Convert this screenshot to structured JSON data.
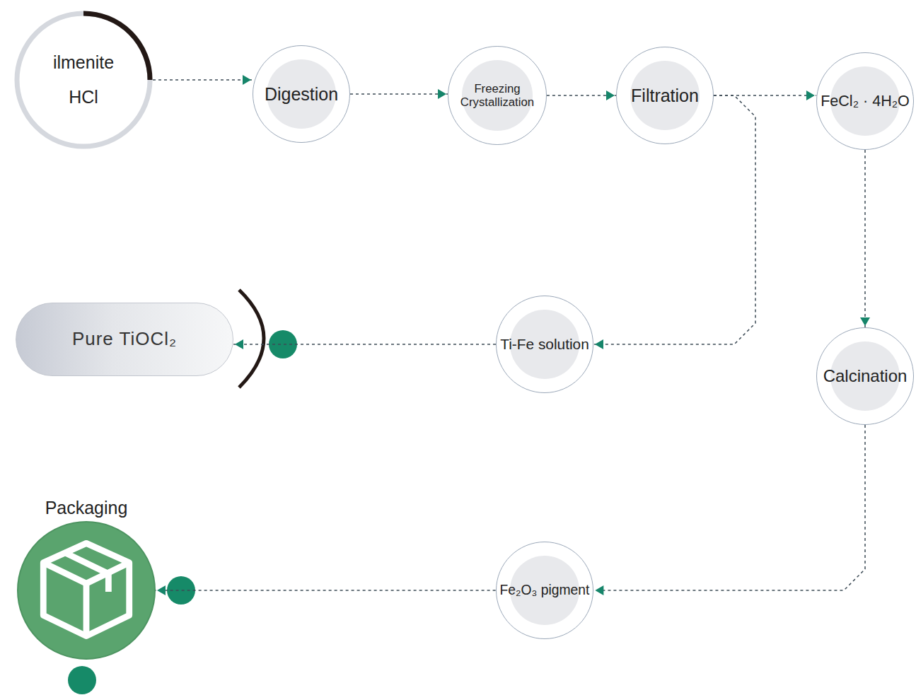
{
  "diagram": {
    "nodes": [
      {
        "text": [
          "ilmenite HCl"
        ]
      },
      {
        "text": [
          "Digestion"
        ]
      },
      {
        "text": [
          "Freezing Crystallization"
        ]
      },
      {
        "text": [
          "Filtration"
        ]
      },
      {
        "text": [
          "FeCl₂ · 4H₂O"
        ]
      },
      {
        "text": [
          "Ti-Fe solution"
        ]
      },
      {
        "text": [
          "Pure TiOCl₂"
        ]
      },
      {
        "text": [
          "Calcination"
        ]
      },
      {
        "text": [
          "Fe₂O₃ pigment"
        ]
      },
      {
        "text": [
          "Packaging"
        ]
      }
    ],
    "edges": [
      {
        "from": 0,
        "to": 1,
        "arrow": "to"
      },
      {
        "from": 1,
        "to": 2,
        "arrow": "to"
      },
      {
        "from": 2,
        "to": 3,
        "arrow": "to"
      },
      {
        "from": 3,
        "to": 4,
        "arrow": "to"
      },
      {
        "from": 3,
        "to": 5,
        "arrow": "to"
      },
      {
        "from": 5,
        "to": 6,
        "arrow": "to"
      },
      {
        "from": 4,
        "to": 7,
        "arrow": "to"
      },
      {
        "from": 7,
        "to": 8,
        "arrow": "to"
      },
      {
        "from": 8,
        "to": 9,
        "arrow": "to"
      }
    ]
  }
}
